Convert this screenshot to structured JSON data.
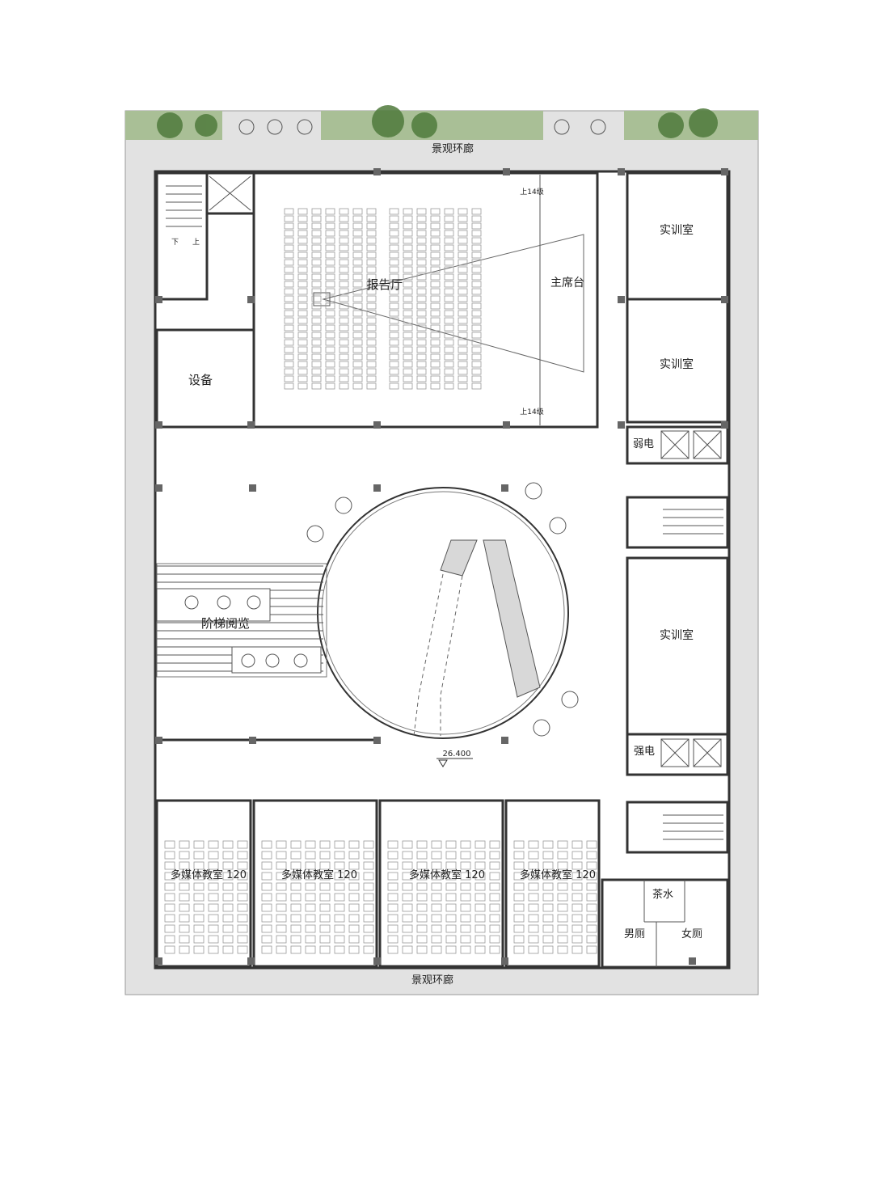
{
  "labels": {
    "corridor_top": "景观环廊",
    "corridor_bottom": "景观环廊",
    "auditorium": "报告厅",
    "stage": "主席台",
    "equipment": "设备",
    "stair_reading": "阶梯阅览",
    "training_room_1": "实训室",
    "training_room_2": "实训室",
    "training_room_3": "实训室",
    "weak_current": "弱电",
    "strong_current": "强电",
    "multimedia_1": "多媒体教室 120",
    "multimedia_2": "多媒体教室 120",
    "multimedia_3": "多媒体教室 120",
    "multimedia_4": "多媒体教室 120",
    "tea": "茶水",
    "mens_wc": "男厕",
    "womens_wc": "女厕",
    "elevation": "26.400",
    "steps_top": "上14级",
    "steps_bottom": "上14级",
    "stair_down": "下",
    "stair_up": "上"
  },
  "colors": {
    "wall": "#333333",
    "corridor": "#e2e2e2",
    "greenery": "#a9bf96",
    "tree": "#4f7a3c"
  }
}
